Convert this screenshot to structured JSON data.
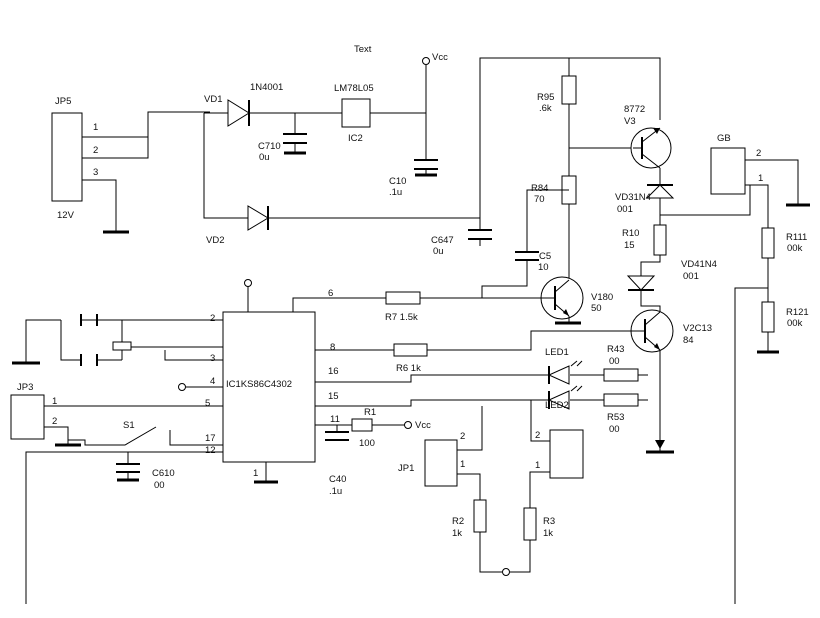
{
  "title": "Text",
  "supply": {
    "vcc_top": "Vcc",
    "vcc_r1": "Vcc"
  },
  "connectors": {
    "jp5": {
      "name": "JP5",
      "voltage": "12V",
      "pins": [
        "1",
        "2",
        "3"
      ]
    },
    "jp3": {
      "name": "JP3",
      "pins": [
        "1",
        "2"
      ]
    },
    "jp1": {
      "name": "JP1",
      "pins": [
        "2",
        "1"
      ]
    },
    "gb": {
      "name": "GB",
      "pins": [
        "2",
        "1"
      ]
    }
  },
  "components": {
    "vd1": {
      "ref": "VD1",
      "part": "1N4001"
    },
    "vd2": {
      "ref": "VD2"
    },
    "ic2": {
      "ref": "IC2",
      "part": "LM78L05"
    },
    "c710": {
      "ref": "C710",
      "value": "0u"
    },
    "c10": {
      "ref": "C10",
      "value": ".1u"
    },
    "c647": {
      "ref": "C647",
      "value": "0u"
    },
    "r95": {
      "ref": "R95",
      "value": ".6k"
    },
    "r84": {
      "ref": "R84",
      "value": "70"
    },
    "v3": {
      "ref": "V3",
      "part": "8772"
    },
    "vd3": {
      "ref": "VD31N4",
      "value": "001"
    },
    "r10": {
      "ref": "R10",
      "value": "15"
    },
    "vd4": {
      "ref": "VD41N4",
      "value": "001"
    },
    "r111": {
      "ref": "R111",
      "value": "00k"
    },
    "r121": {
      "ref": "R121",
      "value": "00k"
    },
    "c5": {
      "ref": "C5",
      "value": "10"
    },
    "v180": {
      "ref": "V180",
      "value": "50"
    },
    "v2": {
      "ref": "V2C13",
      "value": "84"
    },
    "r7": {
      "label": "R7 1.5k"
    },
    "r6": {
      "label": "R6 1k"
    },
    "led1": {
      "ref": "LED1"
    },
    "led2": {
      "ref": "LED2",
      "pin": "2"
    },
    "r43": {
      "ref": "R43",
      "value": "00"
    },
    "r53": {
      "ref": "R53",
      "value": "00"
    },
    "r1": {
      "ref": "R1",
      "value": "100"
    },
    "c40": {
      "ref": "C40",
      "value": ".1u"
    },
    "c610": {
      "ref": "C610",
      "value": "00"
    },
    "s1": {
      "ref": "S1"
    },
    "r2": {
      "ref": "R2",
      "value": "1k"
    },
    "r3": {
      "ref": "R3",
      "value": "1k"
    },
    "led2_pin1": "1"
  },
  "ic1": {
    "name": "IC1KS86C4302",
    "pins": {
      "p1": "1",
      "p2": "2",
      "p3": "3",
      "p4": "4",
      "p5": "5",
      "p6": "6",
      "p8": "8",
      "p11": "11",
      "p12": "12",
      "p15": "15",
      "p16": "16",
      "p17": "17"
    }
  }
}
